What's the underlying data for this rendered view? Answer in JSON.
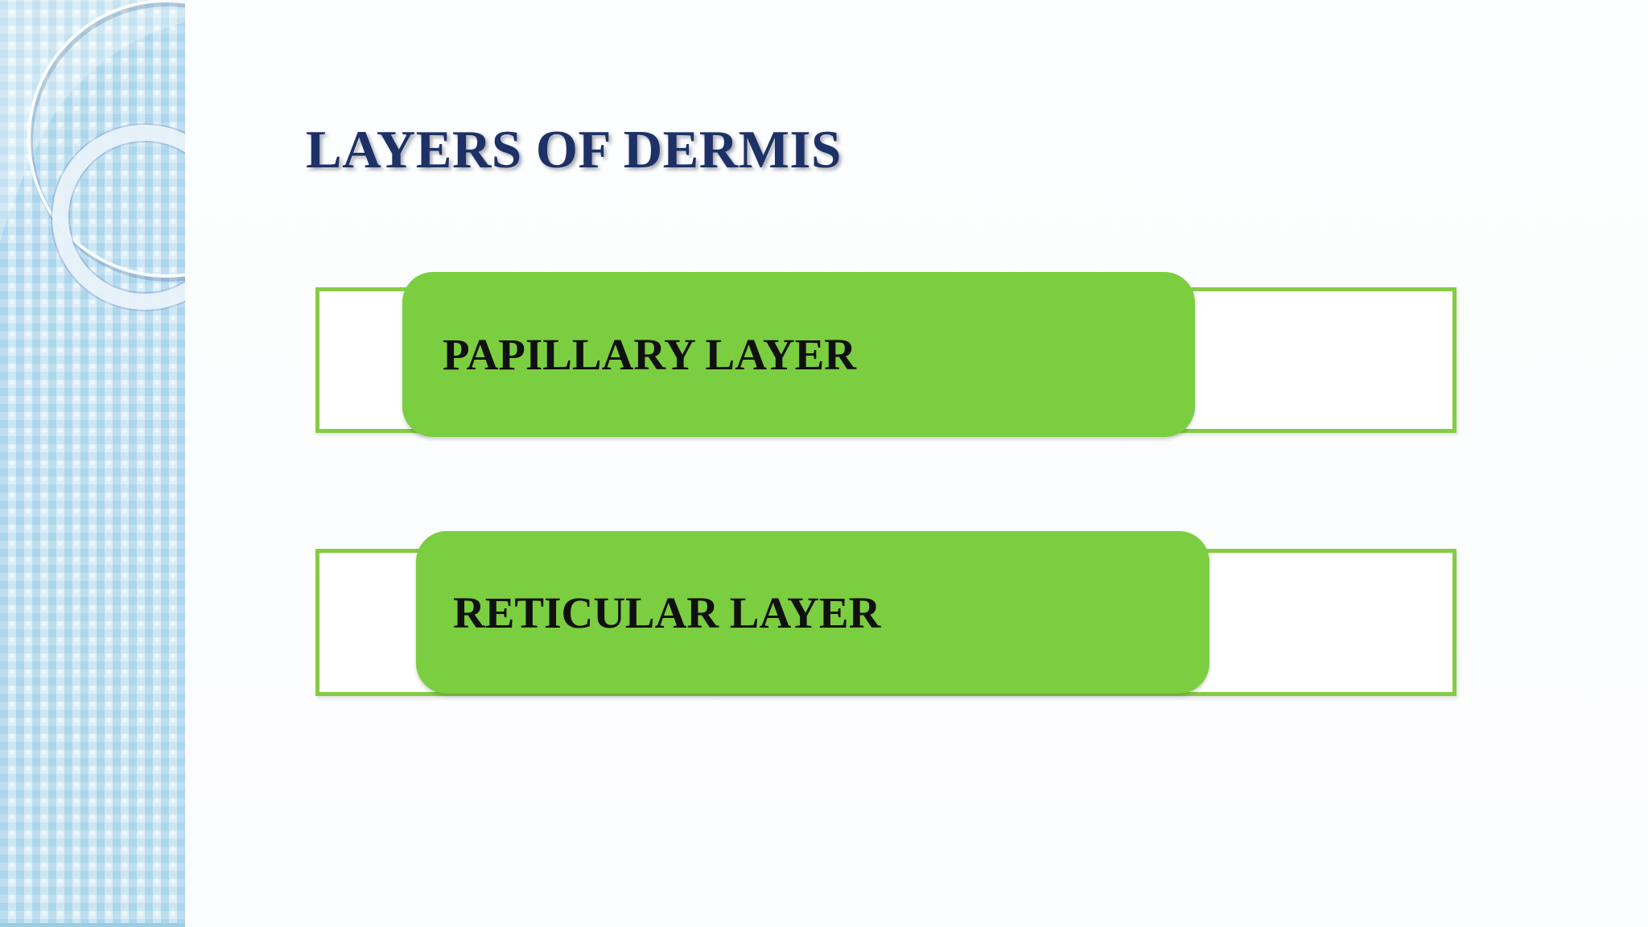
{
  "slide": {
    "title": "LAYERS OF DERMIS",
    "layers": [
      {
        "label": "PAPILLARY LAYER"
      },
      {
        "label": "RETICULAR LAYER"
      }
    ]
  },
  "colors": {
    "title_text": "#1E3166",
    "green_fill": "#7BCE3F",
    "green_outline": "#86CB45",
    "label_text": "#101010",
    "sidebar_base": "#C8E4F3",
    "sidebar_square": "#A3D1E9",
    "main_background": "#FDFEFF"
  },
  "decorations": {
    "sidebar_rings": [
      "thin-ring",
      "thick-ring"
    ],
    "sidebar_pattern": "checkered-squares"
  }
}
